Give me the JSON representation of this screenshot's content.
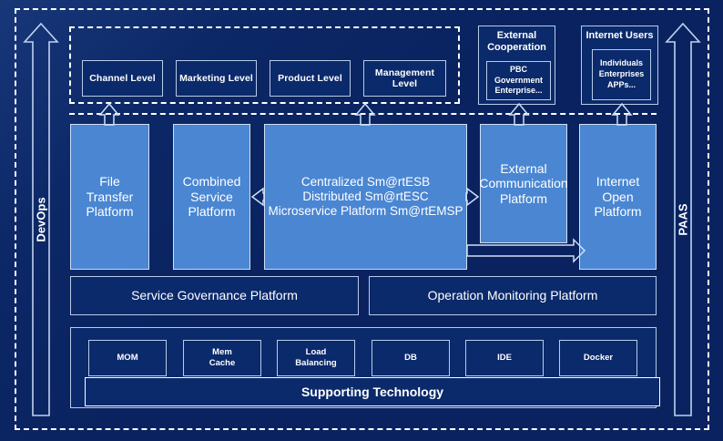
{
  "colors": {
    "background": "#0a2360",
    "node_fill": "#0b2a6b",
    "node_stroke": "#b8cbe8",
    "platform_fill": "#4a86d2",
    "platform_stroke": "#cfe0f5",
    "text": "#ffffff"
  },
  "side_arrows": {
    "left": {
      "label": "DevOps",
      "direction": "up"
    },
    "right": {
      "label": "PAAS",
      "direction": "up"
    }
  },
  "business_layer": {
    "levels": [
      {
        "label": "Channel Level"
      },
      {
        "label": "Marketing Level"
      },
      {
        "label": "Product Level"
      },
      {
        "label": "Management Level"
      }
    ]
  },
  "external_groups": [
    {
      "title": "External\nCooperation",
      "title_line1": "External",
      "title_line2": "Cooperation",
      "inner_lines": [
        "PBC Government",
        "Enterprise..."
      ]
    },
    {
      "title": "Internet Users",
      "title_line1": "Internet Users",
      "title_line2": "",
      "inner_lines": [
        "Individuals",
        "Enterprises",
        "APPs..."
      ]
    }
  ],
  "platform_layer": [
    {
      "name": "file-transfer-platform",
      "lines": [
        "File",
        "Transfer",
        "Platform"
      ]
    },
    {
      "name": "combined-service-platform",
      "lines": [
        "Combined",
        "Service",
        "Platform"
      ]
    },
    {
      "name": "integration-platform",
      "lines": [
        "Centralized Sm@rtESB",
        "Distributed Sm@rtESC",
        "Microservice Platform Sm@rtEMSP"
      ]
    },
    {
      "name": "external-communication-platform",
      "lines": [
        "External",
        "Communication",
        "Platform"
      ]
    },
    {
      "name": "internet-open-platform",
      "lines": [
        "Internet",
        "Open",
        "Platform"
      ]
    }
  ],
  "management_layer": [
    {
      "label": "Service Governance Platform"
    },
    {
      "label": "Operation Monitoring Platform"
    }
  ],
  "supporting_layer": {
    "components": [
      {
        "lines": [
          "MOM"
        ]
      },
      {
        "lines": [
          "Mem",
          "Cache"
        ]
      },
      {
        "lines": [
          "Load",
          "Balancing"
        ]
      },
      {
        "lines": [
          "DB"
        ]
      },
      {
        "lines": [
          "IDE"
        ]
      },
      {
        "lines": [
          "Docker"
        ]
      }
    ],
    "bar_label": "Supporting Technology"
  }
}
